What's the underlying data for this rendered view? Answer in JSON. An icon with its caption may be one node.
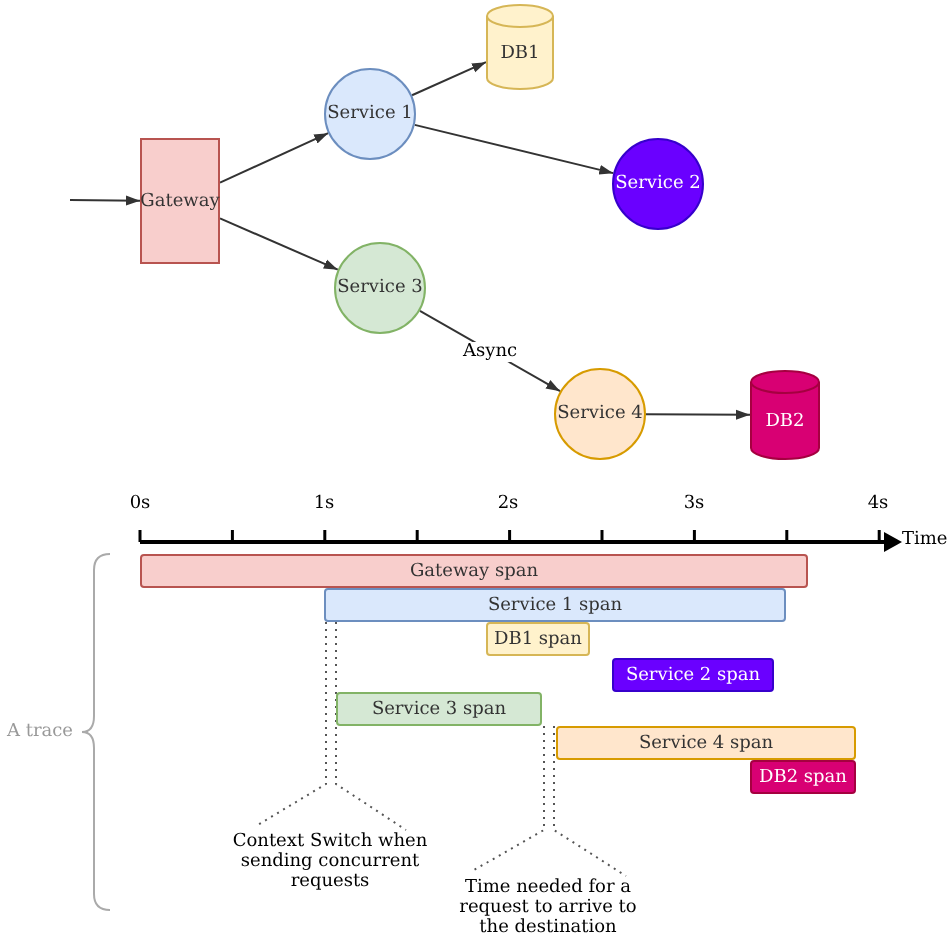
{
  "diagram": {
    "nodes": [
      {
        "text": [
          "Gateway"
        ]
      },
      {
        "text": [
          "Service 1"
        ]
      },
      {
        "text": [
          "DB1"
        ]
      },
      {
        "text": [
          "Service 2"
        ]
      },
      {
        "text": [
          "Service 3"
        ]
      },
      {
        "text": [
          "Service 4"
        ]
      },
      {
        "text": [
          "DB2"
        ]
      },
      {
        "text": [
          "Gateway span"
        ]
      },
      {
        "text": [
          "Service 1 span"
        ]
      },
      {
        "text": [
          "DB1 span"
        ]
      },
      {
        "text": [
          "Service 2 span"
        ]
      },
      {
        "text": [
          "Service 3 span"
        ]
      },
      {
        "text": [
          "Service 4 span"
        ]
      },
      {
        "text": [
          "DB2 span"
        ]
      }
    ],
    "edges": [
      {
        "from": null,
        "to": 0,
        "arrow": "to"
      },
      {
        "from": 0,
        "to": 1,
        "arrow": "to"
      },
      {
        "from": 1,
        "to": 2,
        "arrow": "to"
      },
      {
        "from": 1,
        "to": 3,
        "arrow": "to"
      },
      {
        "from": 0,
        "to": 4,
        "arrow": "to"
      },
      {
        "from": 4,
        "to": 5,
        "arrow": "to",
        "label": "Async"
      },
      {
        "from": 5,
        "to": 6,
        "arrow": "to"
      }
    ],
    "labels": [
      "0s",
      "1s",
      "2s",
      "3s",
      "4s",
      "Time",
      "A trace",
      "Context Switch when sending concurrent requests",
      "Time needed for a request to arrive to the destination"
    ]
  }
}
